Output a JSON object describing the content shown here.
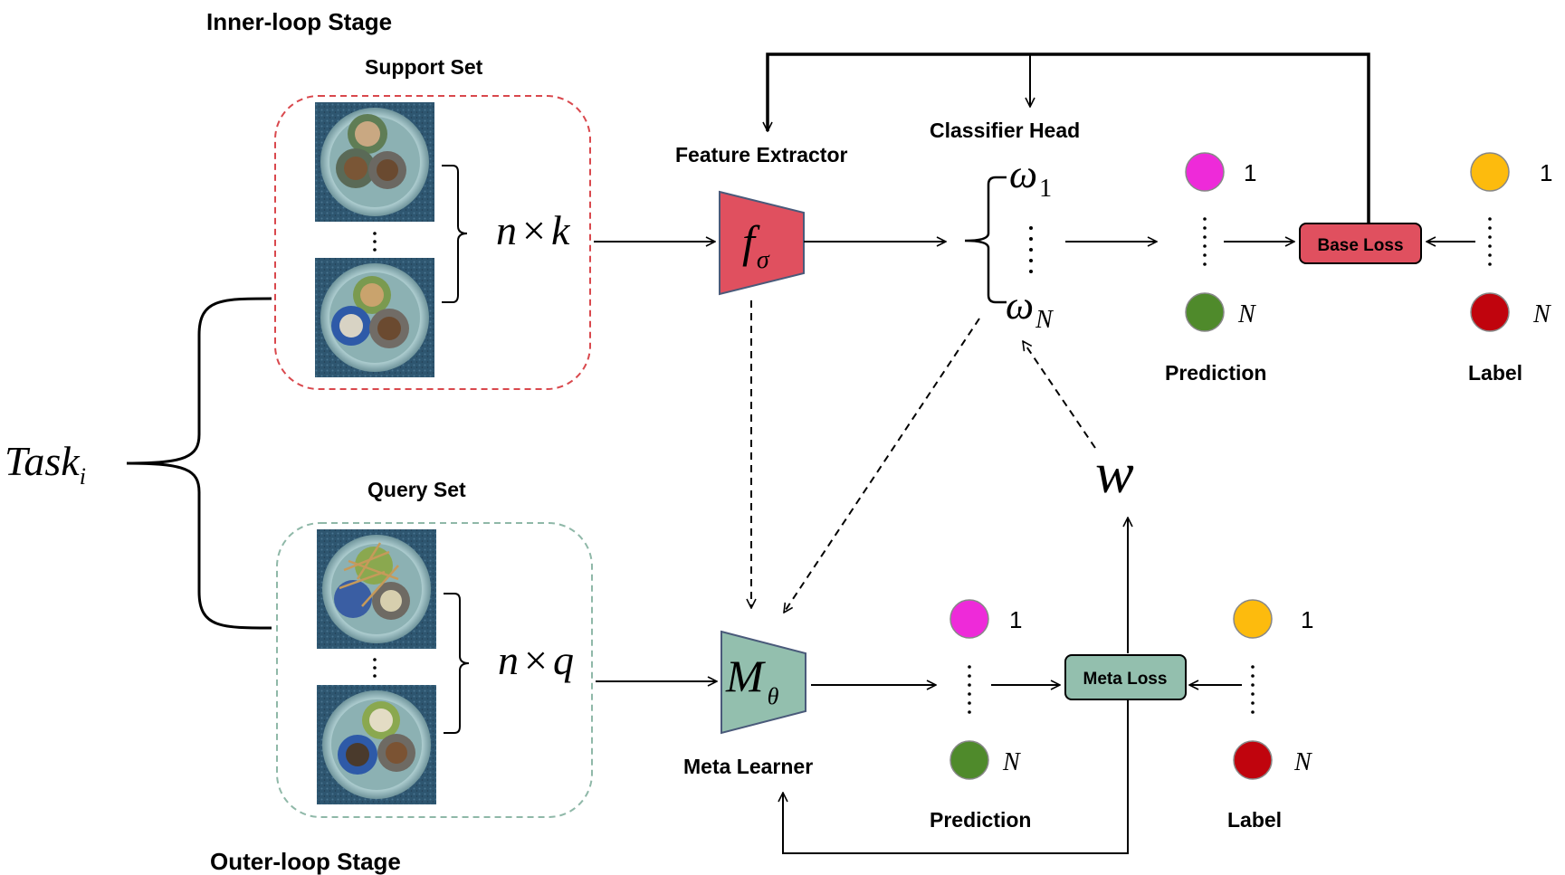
{
  "stages": {
    "inner": "Inner-loop Stage",
    "outer": "Outer-loop Stage"
  },
  "task": {
    "name": "Task",
    "subscript": "i"
  },
  "support": {
    "title": "Support Set",
    "n": "n",
    "times": "×",
    "k": "k"
  },
  "query": {
    "title": "Query Set",
    "n": "n",
    "times": "×",
    "q": "q"
  },
  "feature_extractor": {
    "label": "Feature Extractor",
    "symbol": "f",
    "subscript": "σ",
    "color": "#e0505f"
  },
  "meta_learner": {
    "label": "Meta Learner",
    "symbol": "M",
    "subscript": "θ",
    "color": "#93bfae"
  },
  "classifier_head": {
    "label": "Classifier Head",
    "w1": "ω",
    "w1_sub": "1",
    "wn": "ω",
    "wn_sub": "N"
  },
  "w_label": "w",
  "base_loss": {
    "label": "Base Loss",
    "color": "#e0505f"
  },
  "meta_loss": {
    "label": "Meta Loss",
    "color": "#93bfae"
  },
  "inner_prediction": {
    "title": "Prediction",
    "first": "1",
    "last": "N"
  },
  "inner_label": {
    "title": "Label",
    "first": "1",
    "last": "N"
  },
  "outer_prediction": {
    "title": "Prediction",
    "first": "1",
    "last": "N"
  },
  "outer_label": {
    "title": "Label",
    "first": "1",
    "last": "N"
  },
  "colors": {
    "prediction_top": "#ee2ad9",
    "prediction_bottom": "#4f8a2b",
    "label_top": "#fdbb0d",
    "label_bottom": "#c0040d",
    "support_border": "#d9484d",
    "query_border": "#8fb8a8"
  }
}
